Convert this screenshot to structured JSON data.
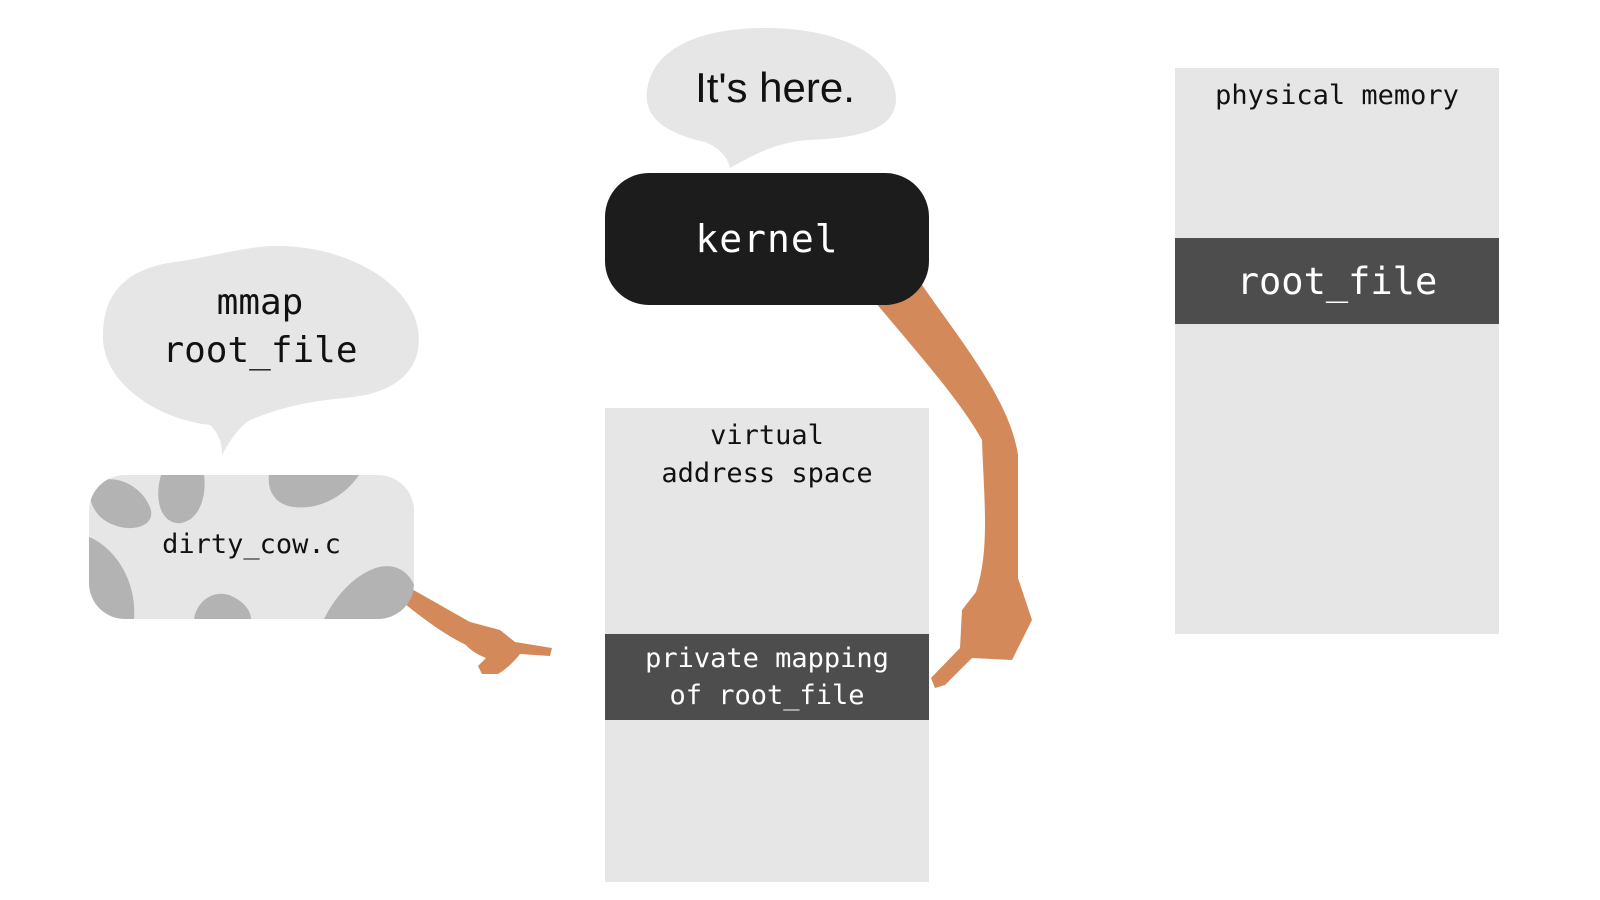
{
  "speech": {
    "kernel": "It's here.",
    "process_line1": "mmap",
    "process_line2": "root_file"
  },
  "kernel": {
    "label": "kernel"
  },
  "process": {
    "label": "dirty_cow.c"
  },
  "virtual_memory": {
    "title_line1": "virtual",
    "title_line2": "address space",
    "mapping_line1": "private mapping",
    "mapping_line2": "of root_file"
  },
  "physical_memory": {
    "title": "physical memory",
    "region": "root_file"
  },
  "colors": {
    "bubble": "#e6e6e6",
    "kernel": "#1c1c1c",
    "region": "#4d4d4d",
    "arm": "#d4895a",
    "cow_spots": "#b3b3b3"
  }
}
